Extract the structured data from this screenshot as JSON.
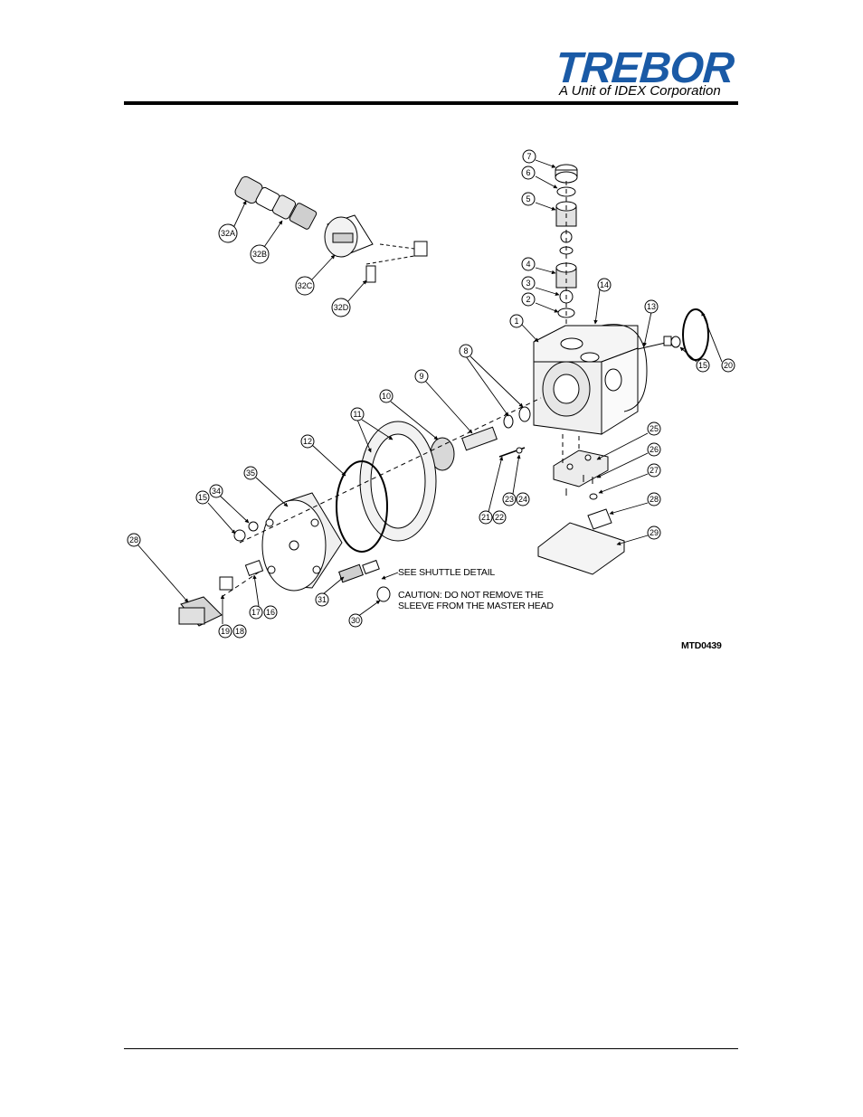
{
  "header": {
    "brand": "TREBOR",
    "tagline": "A Unit of IDEX Corporation",
    "brand_color": "#1a5aa6"
  },
  "figure": {
    "drawing_number": "MTD0439",
    "notes": {
      "shuttle": "SEE SHUTTLE DETAIL",
      "caution_line1": "CAUTION: DO NOT REMOVE THE",
      "caution_line2": "SLEEVE FROM THE MASTER HEAD"
    },
    "callouts": {
      "c1": "1",
      "c2": "2",
      "c3": "3",
      "c4": "4",
      "c5": "5",
      "c6": "6",
      "c7": "7",
      "c8": "8",
      "c9": "9",
      "c10": "10",
      "c11": "11",
      "c12": "12",
      "c13": "13",
      "c14": "14",
      "c15a": "15",
      "c15b": "15",
      "c16": "16",
      "c17": "17",
      "c18": "18",
      "c19": "19",
      "c20": "20",
      "c21": "21",
      "c22": "22",
      "c23": "23",
      "c24": "24",
      "c25": "25",
      "c26": "26",
      "c27": "27",
      "c28a": "28",
      "c28b": "28",
      "c29": "29",
      "c30": "30",
      "c31": "31",
      "c32a": "32A",
      "c32b": "32B",
      "c32c": "32C",
      "c32d": "32D",
      "c34": "34",
      "c35": "35"
    }
  }
}
